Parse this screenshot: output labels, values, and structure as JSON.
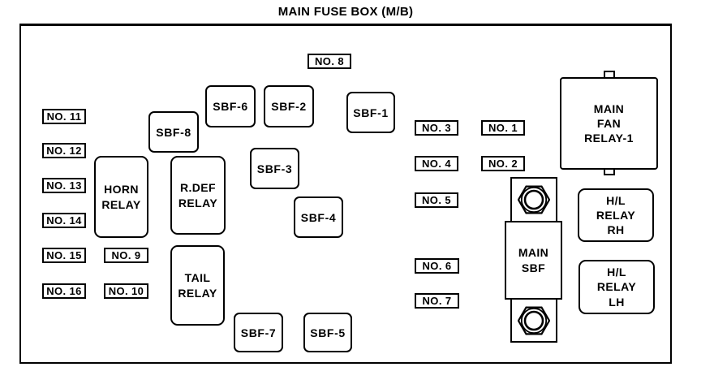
{
  "title": "MAIN FUSE BOX (M/B)",
  "colors": {
    "line": "#000000",
    "background": "#ffffff"
  },
  "icons": {
    "main_sbf_terminal": "hex-nut-icon"
  },
  "fuses": {
    "no1": "NO. 1",
    "no2": "NO. 2",
    "no3": "NO. 3",
    "no4": "NO. 4",
    "no5": "NO. 5",
    "no6": "NO. 6",
    "no7": "NO. 7",
    "no8": "NO. 8",
    "no9": "NO. 9",
    "no10": "NO. 10",
    "no11": "NO. 11",
    "no12": "NO. 12",
    "no13": "NO. 13",
    "no14": "NO. 14",
    "no15": "NO. 15",
    "no16": "NO. 16"
  },
  "sbf": {
    "sbf1": "SBF-1",
    "sbf2": "SBF-2",
    "sbf3": "SBF-3",
    "sbf4": "SBF-4",
    "sbf5": "SBF-5",
    "sbf6": "SBF-6",
    "sbf7": "SBF-7",
    "sbf8": "SBF-8",
    "main": "MAIN\nSBF"
  },
  "relays": {
    "horn": "HORN\nRELAY",
    "rdef": "R.DEF\nRELAY",
    "tail": "TAIL\nRELAY",
    "main_fan_1": "MAIN\nFAN\nRELAY-1",
    "hl_rh": "H/L\nRELAY\nRH",
    "hl_lh": "H/L\nRELAY\nLH"
  }
}
